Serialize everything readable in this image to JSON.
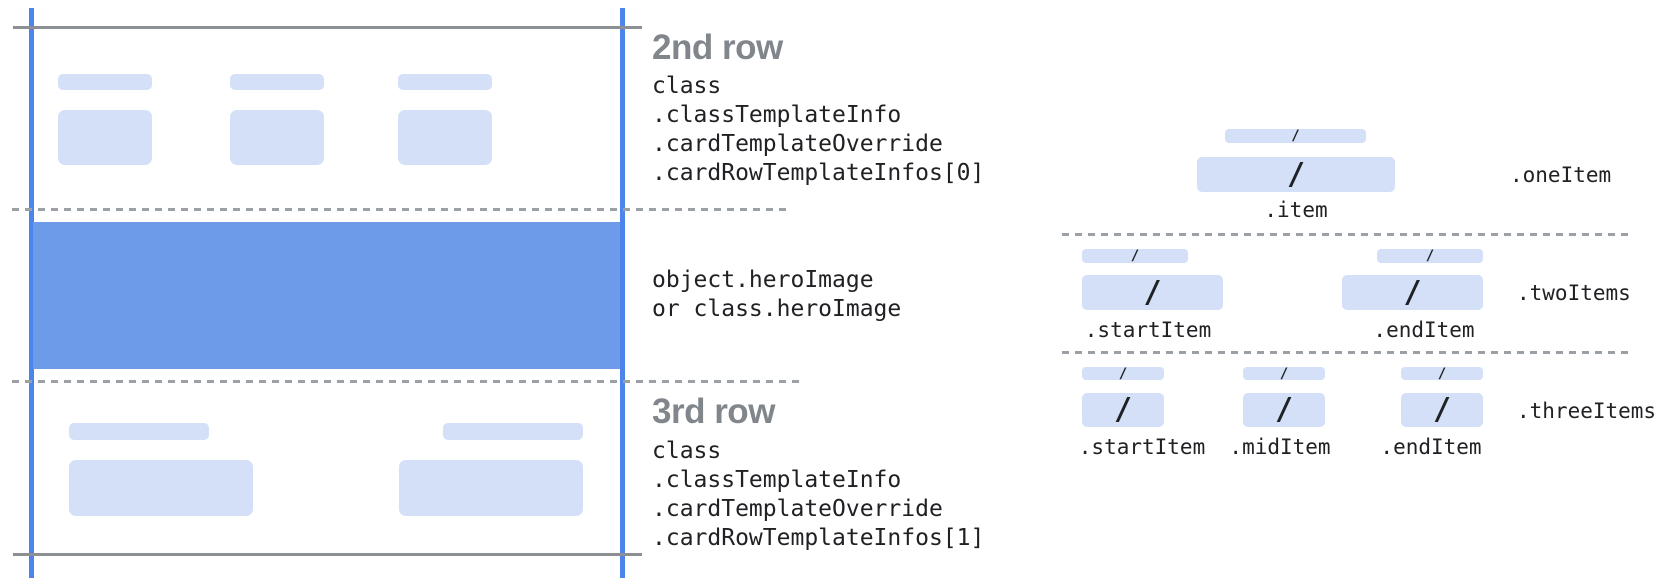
{
  "colors": {
    "guide_line_blue": "#4C84EC",
    "hero_image_blue": "#6D9BE9",
    "placeholder_blue": "#D3E0F8",
    "solid_line_gray": "#8D9093",
    "dashed_line_gray": "#9AA0A6",
    "heading_gray": "#80868B",
    "code_text": "#202124"
  },
  "left_panel": {
    "row2": {
      "heading": "2nd row",
      "code_lines": [
        "class",
        ".classTemplateInfo",
        ".cardTemplateOverride",
        ".cardRowTemplateInfos[0]"
      ]
    },
    "hero": {
      "code_lines": [
        "object.heroImage",
        "or class.heroImage"
      ]
    },
    "row3": {
      "heading": "3rd row",
      "code_lines": [
        "class",
        ".classTemplateInfo",
        ".cardTemplateOverride",
        ".cardRowTemplateInfos[1]"
      ]
    }
  },
  "right_panel": {
    "slash": "/",
    "one_item": {
      "group_label": ".oneItem",
      "item_label": ".item"
    },
    "two_items": {
      "group_label": ".twoItems",
      "start_label": ".startItem",
      "end_label": ".endItem"
    },
    "three_items": {
      "group_label": ".threeItems",
      "start_label": ".startItem",
      "mid_label": ".midItem",
      "end_label": ".endItem"
    }
  }
}
